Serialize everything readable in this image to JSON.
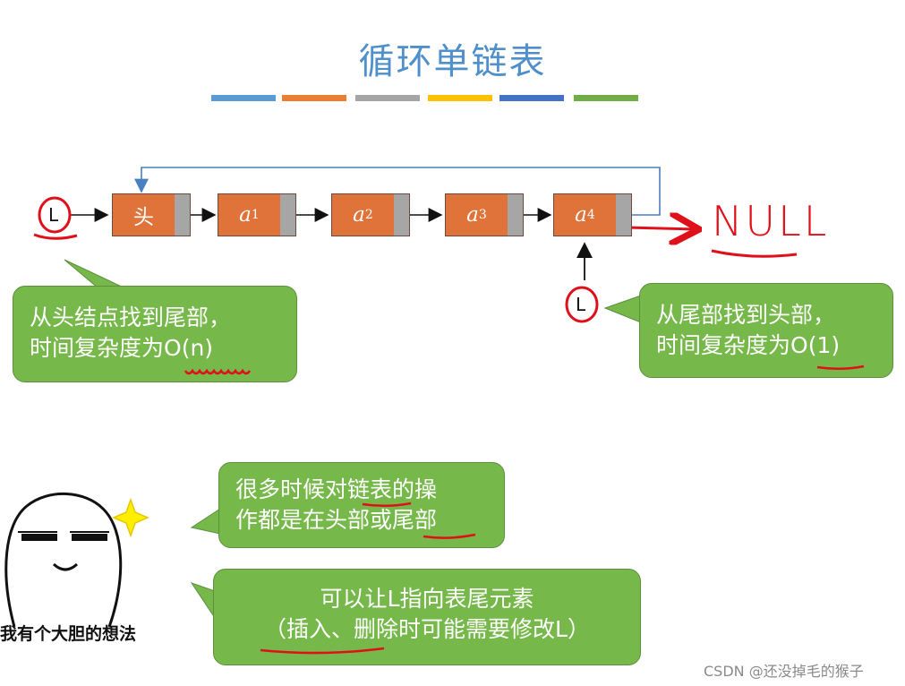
{
  "title": "循环单链表",
  "colors": {
    "title": "#4f8fca",
    "node_fill": "#e0733a",
    "pointer_fill": "#a6a6a6",
    "bubble": "#76b84a",
    "handwriting": "#e0101a",
    "bars": [
      "#5b9bd5",
      "#ed7d31",
      "#a5a5a5",
      "#ffc000",
      "#4472c4",
      "#70ad47"
    ]
  },
  "list": {
    "head_pointer": "L",
    "nodes": [
      {
        "label": "头",
        "sub": ""
      },
      {
        "label": "a",
        "sub": "1"
      },
      {
        "label": "a",
        "sub": "2"
      },
      {
        "label": "a",
        "sub": "3"
      },
      {
        "label": "a",
        "sub": "4"
      }
    ],
    "tail_pointer": "L",
    "null_note": "NULL"
  },
  "bubbles": {
    "left": {
      "line1": "从头结点找到尾部，",
      "line2_prefix": "时间复杂度为",
      "line2_value": "O(n)"
    },
    "right": {
      "line1": "从尾部找到头部，",
      "line2_prefix": "时间复杂度为",
      "line2_value": "O(1)"
    },
    "idea1": {
      "line1": "很多时候对链表的操",
      "line2": "作都是在头部或尾部"
    },
    "idea2": {
      "line1": "可以让L指向表尾元素",
      "line2": "（插入、删除时可能需要修改L）"
    }
  },
  "meme": {
    "caption": "我有个大胆的想法"
  },
  "watermark": "CSDN @还没掉毛的猴子"
}
